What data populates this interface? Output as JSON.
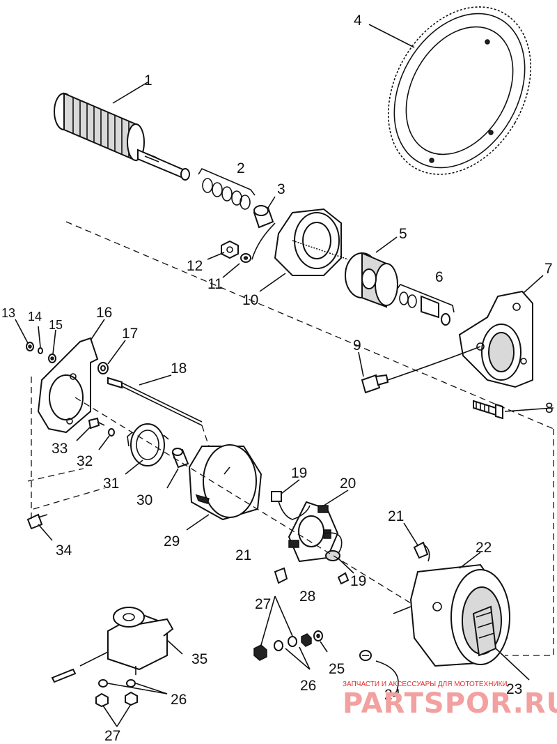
{
  "diagram": {
    "callouts": [
      {
        "id": "c1",
        "text": "1"
      },
      {
        "id": "c2",
        "text": "2"
      },
      {
        "id": "c3",
        "text": "3"
      },
      {
        "id": "c4",
        "text": "4"
      },
      {
        "id": "c5",
        "text": "5"
      },
      {
        "id": "c6",
        "text": "6"
      },
      {
        "id": "c7",
        "text": "7"
      },
      {
        "id": "c8",
        "text": "8"
      },
      {
        "id": "c9",
        "text": "9"
      },
      {
        "id": "c10",
        "text": "10"
      },
      {
        "id": "c11",
        "text": "11"
      },
      {
        "id": "c12",
        "text": "12"
      },
      {
        "id": "c13",
        "text": "13"
      },
      {
        "id": "c14",
        "text": "14"
      },
      {
        "id": "c15",
        "text": "15"
      },
      {
        "id": "c16",
        "text": "16"
      },
      {
        "id": "c17",
        "text": "17"
      },
      {
        "id": "c18",
        "text": "18"
      },
      {
        "id": "c19a",
        "text": "19"
      },
      {
        "id": "c19b",
        "text": "19"
      },
      {
        "id": "c20",
        "text": "20"
      },
      {
        "id": "c21a",
        "text": "21"
      },
      {
        "id": "c21b",
        "text": "21"
      },
      {
        "id": "c22",
        "text": "22"
      },
      {
        "id": "c23",
        "text": "23"
      },
      {
        "id": "c24",
        "text": "24"
      },
      {
        "id": "c25",
        "text": "25"
      },
      {
        "id": "c26a",
        "text": "26"
      },
      {
        "id": "c26b",
        "text": "26"
      },
      {
        "id": "c27a",
        "text": "27"
      },
      {
        "id": "c27b",
        "text": "27"
      },
      {
        "id": "c28",
        "text": "28"
      },
      {
        "id": "c29",
        "text": "29"
      },
      {
        "id": "c30",
        "text": "30"
      },
      {
        "id": "c31",
        "text": "31"
      },
      {
        "id": "c32",
        "text": "32"
      },
      {
        "id": "c33",
        "text": "33"
      },
      {
        "id": "c34",
        "text": "34"
      },
      {
        "id": "c35",
        "text": "35"
      }
    ]
  },
  "watermark": {
    "caption": "ЗАПЧАСТИ И АКСЕССУАРЫ ДЛЯ МОТОТЕХНИКИ",
    "brand": "PARTSPOR.RU",
    "color": "#e03030"
  }
}
